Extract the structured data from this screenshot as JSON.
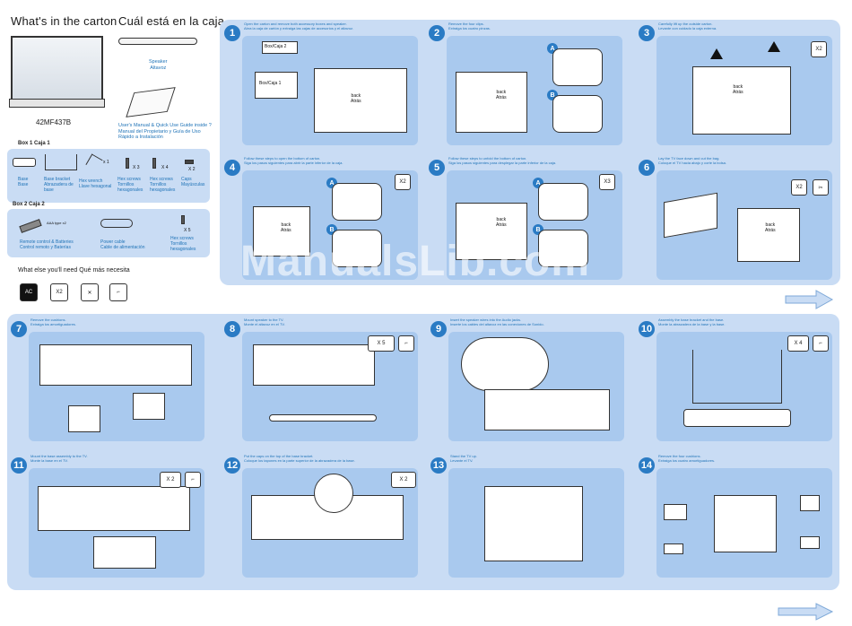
{
  "header": {
    "title_en": "What's in the carton",
    "title_es": "Cuál está en la caja"
  },
  "carton": {
    "model": "42MF437B",
    "speaker_label": "Speaker\nAltavoz",
    "manual_label": "User's Manual & Quick Use Guide inside ?\nManual del Propietario y Guía de Uso\nRápido a Instalación"
  },
  "box1": {
    "label": "Box 1   Caja 1",
    "items": [
      {
        "label": "Base\nBase",
        "icon": "base-icon"
      },
      {
        "label": "Base bracket\nAbrazadera de\nbase",
        "icon": "base-bracket-icon"
      },
      {
        "label": "Hex wrench\nLlave hexagonal",
        "icon": "hex-wrench-icon",
        "qty": "x 1"
      },
      {
        "label": "Hex screws\nTornillos\nhexagonales",
        "icon": "hex-screw-icon",
        "qty": "X 3"
      },
      {
        "label": "Hex screws\nTornillos\nhexagonales",
        "icon": "hex-screw-icon",
        "qty": "X 4"
      },
      {
        "label": "Caps\nMayúsculas",
        "icon": "cap-icon",
        "qty": "X 2"
      }
    ]
  },
  "box2": {
    "label": "Box 2   Caja 2",
    "items": [
      {
        "label": "Remote control & Batteries\nControl remoto y Baterías",
        "icon": "remote-icon",
        "extra": "AAA type x2"
      },
      {
        "label": "Power cable\nCable de alimentación",
        "icon": "power-cable-icon"
      },
      {
        "label": "Hex screws\nTornillos\nhexagonales",
        "icon": "hex-screw-icon",
        "qty": "X 5"
      }
    ]
  },
  "need": {
    "title": "What else you'll need   Qué más necesita",
    "items": [
      {
        "icon": "power-outlet-icon",
        "label": "AC"
      },
      {
        "icon": "two-people-icon",
        "label": "X2"
      },
      {
        "icon": "tools-icon",
        "label": ""
      },
      {
        "icon": "hex-key-icon",
        "label": ""
      }
    ]
  },
  "steps": [
    {
      "num": "1",
      "text": "Open the carton and remove both accessory boxes and speaker.\nAbra la caja de cartón y extraiga las cajas de accesorios y el altavoz.",
      "labels": [
        "Box/Caja 2",
        "Box/Caja 1",
        "back\nAtrás"
      ]
    },
    {
      "num": "2",
      "text": "Remove the four clips.\nExtraiga los cuatro pinzas.",
      "labels": [
        "A",
        "B",
        "back\nAtrás"
      ]
    },
    {
      "num": "3",
      "text": "Carefully lift up the outside carton.\nLevante con cuidado la caja externa.",
      "labels": [
        "back\nAtrás",
        "X2"
      ]
    },
    {
      "num": "4",
      "text": "Follow these steps to open the bottom of carton.\nSiga los pasos siguientes para abrir la parte inferior de la caja.",
      "labels": [
        "A",
        "B",
        "back\nAtrás",
        "X2"
      ]
    },
    {
      "num": "5",
      "text": "Follow these steps to unfold the bottom of carton.\nSiga los pasos siguientes para desplegar la parte inferior de la caja.",
      "labels": [
        "A",
        "B",
        "back\nAtrás",
        "X3"
      ]
    },
    {
      "num": "6",
      "text": "Lay the TV face down and cut the bag.\nColoque el TV hacia abajo y corte la bolsa.",
      "labels": [
        "back\nAtrás",
        "X2"
      ]
    },
    {
      "num": "7",
      "text": "Remove the cushions.\nExtraiga los amortiguadores.",
      "labels": []
    },
    {
      "num": "8",
      "text": "Mount speaker to the TV.\nMonte el altavoz en el TV.",
      "labels": [
        "X 5"
      ]
    },
    {
      "num": "9",
      "text": "Insert the speaker wires into the Audio jacks.\nInserte los cables del altavoz en las conexiones de Sonido.",
      "labels": []
    },
    {
      "num": "10",
      "text": "Assembly the base bracket and the base.\nMonte la abrazadera de la base y la base.",
      "labels": [
        "X 4"
      ]
    },
    {
      "num": "11",
      "text": "Mount the base assembly to the TV.\nMonte la base en el TV.",
      "labels": [
        "X 2"
      ]
    },
    {
      "num": "12",
      "text": "Put the caps on the top of the base bracket.\nColoque los tapones en la parte superior de la abrazadera de la base.",
      "labels": [
        "X 2"
      ]
    },
    {
      "num": "13",
      "text": "Stand the TV up.\nLevante el TV.",
      "labels": []
    },
    {
      "num": "14",
      "text": "Remove the four cushions.\nExtraiga los cuatro amortiguadores.",
      "labels": []
    }
  ],
  "watermark": "ManualsLib.com",
  "colors": {
    "accent": "#2a7bc4",
    "panel": "#c9dcf4",
    "inner": "#a9c9ee",
    "text_blue": "#1f73b7"
  }
}
